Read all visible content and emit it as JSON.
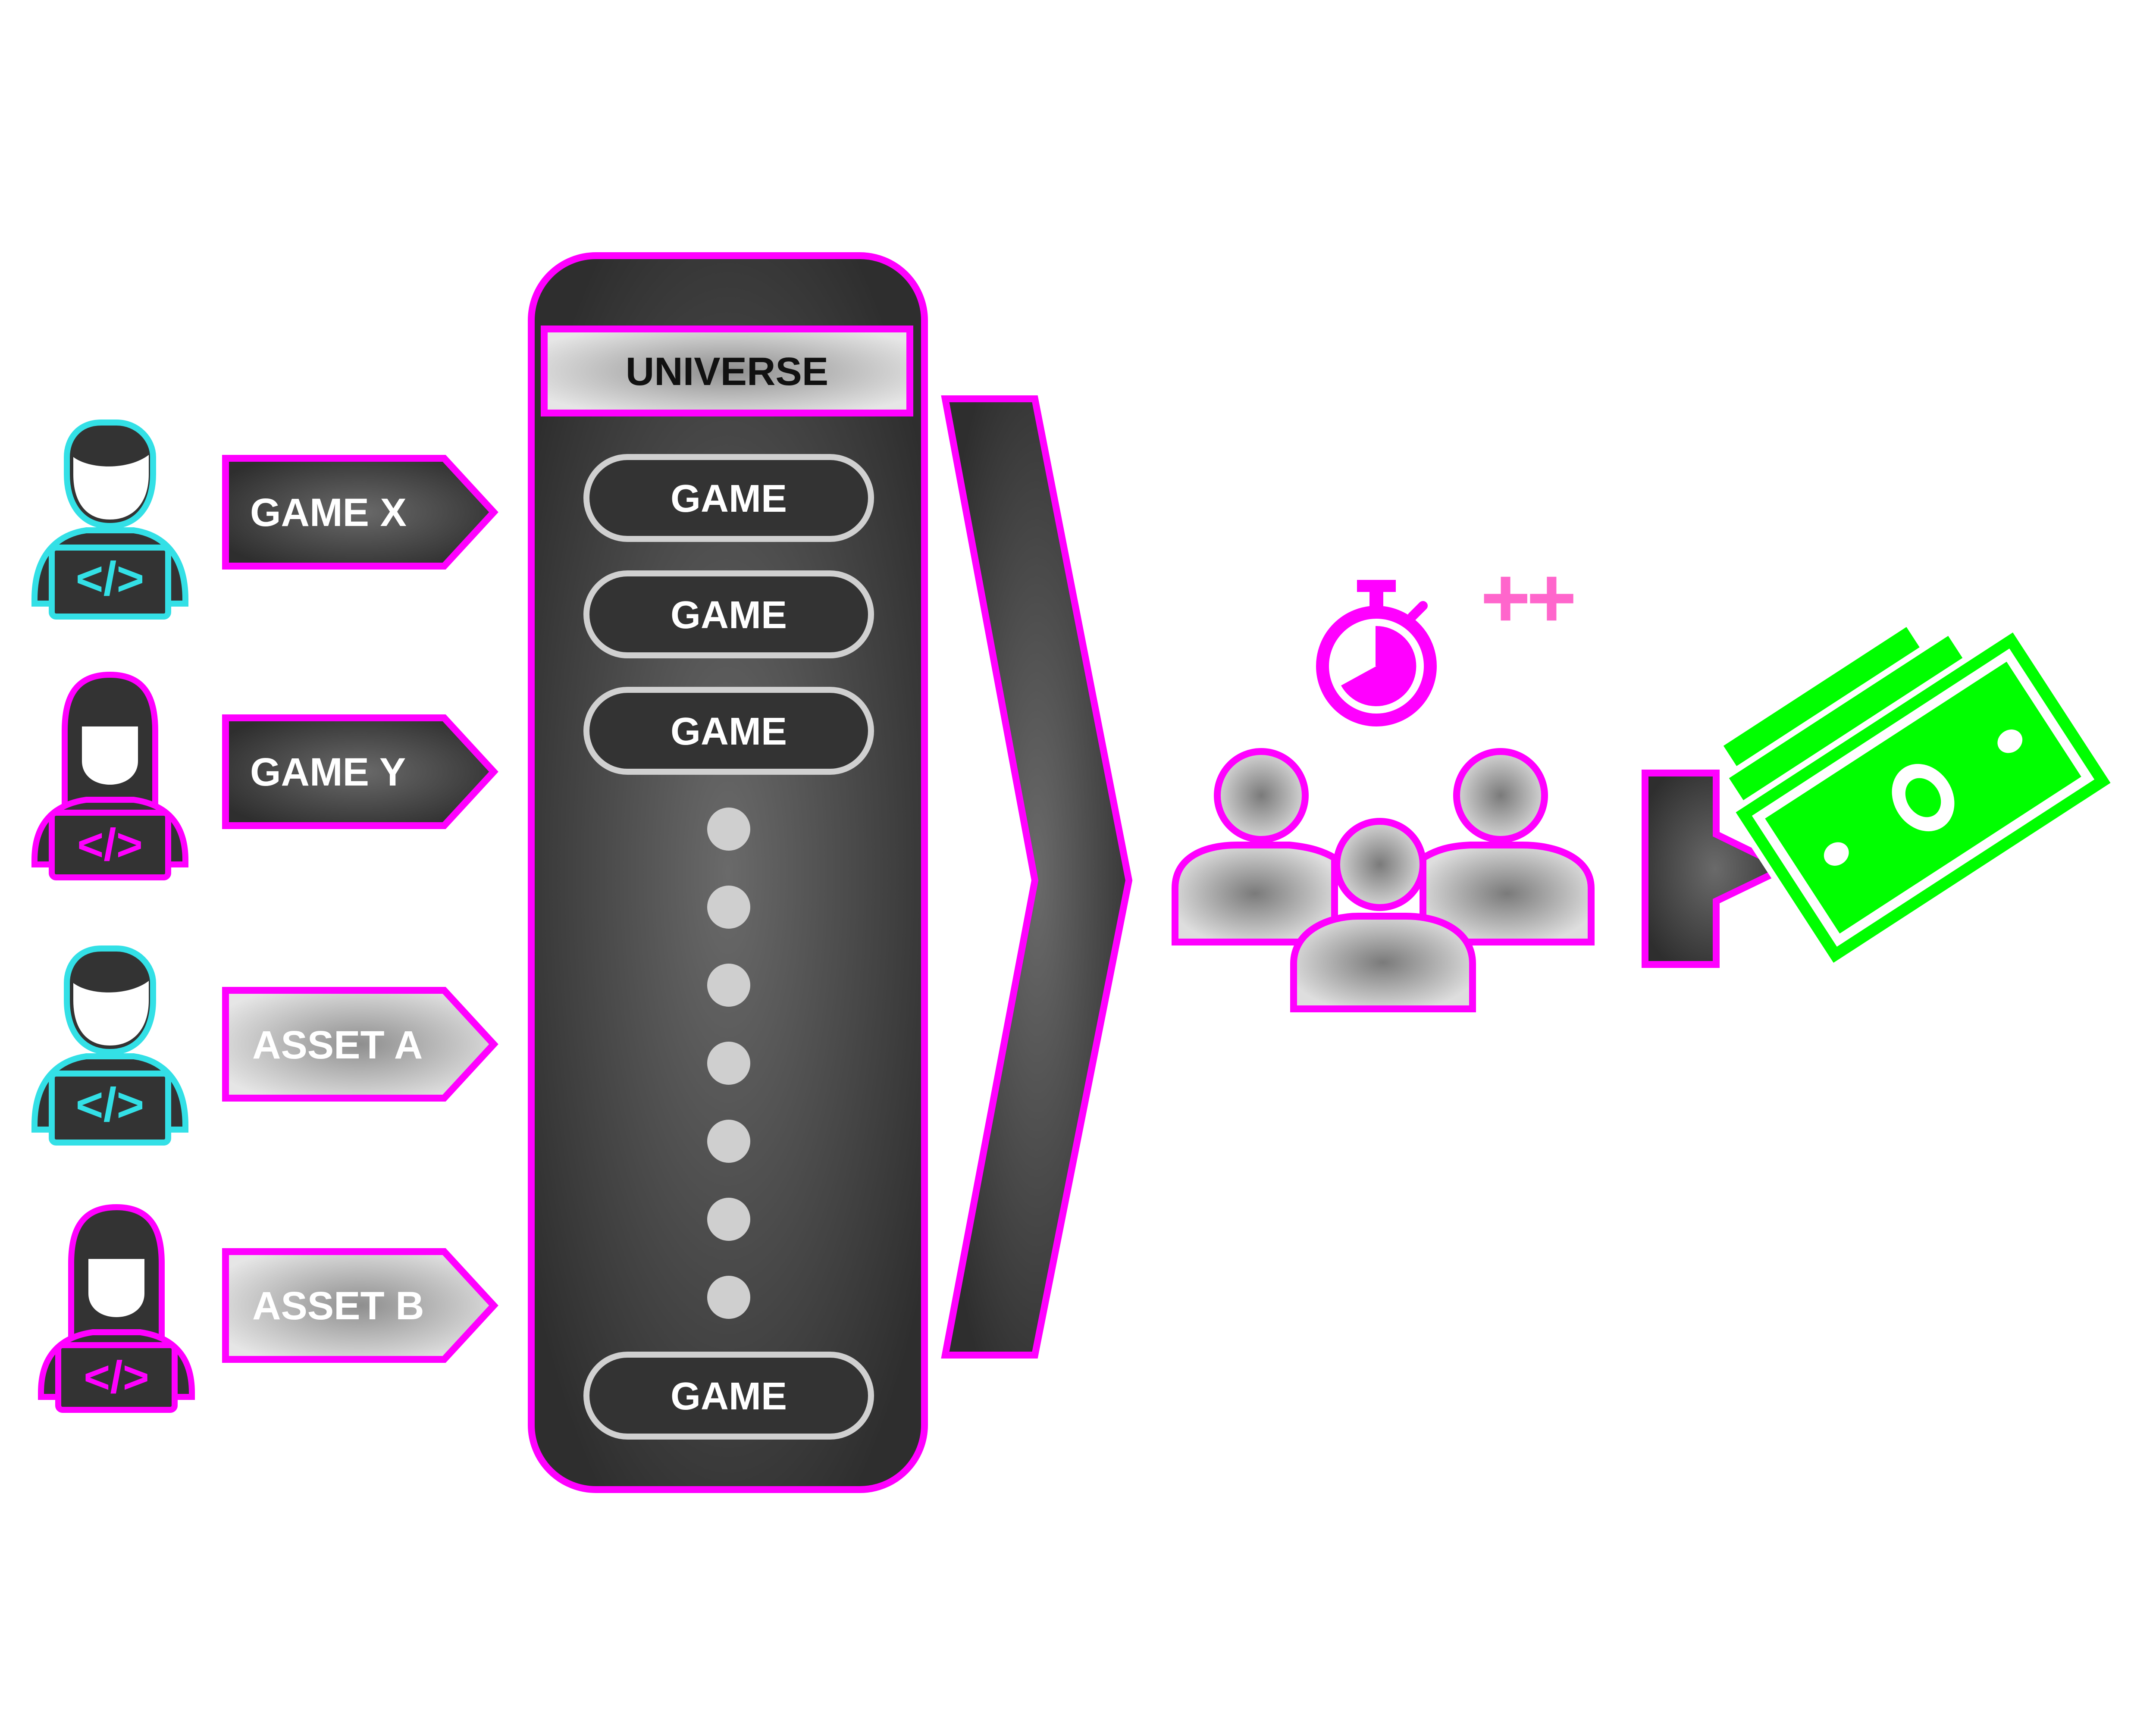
{
  "colors": {
    "accent_magenta": "#ff00ff",
    "accent_cyan": "#33e0e6",
    "money_green": "#00ff00",
    "plus_pink": "#ff66cc",
    "dark_fill": "#333333",
    "light_fill": "#cccccc",
    "outline_white": "#d0d0d0"
  },
  "developers": [
    {
      "id": "dev-1",
      "color": "cyan",
      "icon": "developer-male-icon"
    },
    {
      "id": "dev-2",
      "color": "magenta",
      "icon": "developer-female-icon"
    },
    {
      "id": "dev-3",
      "color": "cyan",
      "icon": "developer-male-icon"
    },
    {
      "id": "dev-4",
      "color": "magenta",
      "icon": "developer-female-icon"
    }
  ],
  "tags": [
    {
      "label": "GAME X",
      "style": "dark"
    },
    {
      "label": "GAME Y",
      "style": "dark"
    },
    {
      "label": "ASSET A",
      "style": "light"
    },
    {
      "label": "ASSET B",
      "style": "light"
    }
  ],
  "universe": {
    "title": "UNIVERSE",
    "games": [
      "GAME",
      "GAME",
      "GAME"
    ],
    "last_game": "GAME",
    "ellipsis_count": 7
  },
  "engagement": {
    "timer_icon": "stopwatch-icon",
    "plus_text": "++",
    "audience_icon": "audience-group-icon"
  },
  "revenue": {
    "icon": "money-stack-icon"
  }
}
